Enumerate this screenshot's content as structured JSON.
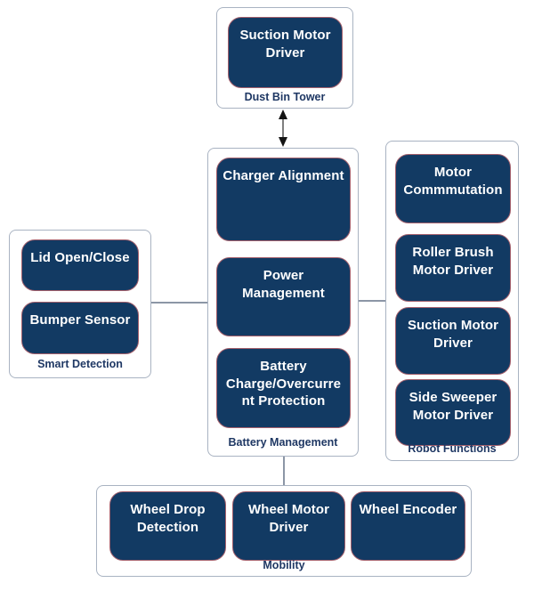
{
  "diagram": {
    "title_hint": "Robot subsystem block diagram",
    "containers": [
      {
        "id": "dust-bin-tower",
        "label": "Dust Bin Tower",
        "blocks": [
          {
            "label": "Suction Motor\nDriver"
          }
        ]
      },
      {
        "id": "battery-management",
        "label": "Battery Management",
        "blocks": [
          {
            "label": "Charger Alignment"
          },
          {
            "label": "Power\nManagement"
          },
          {
            "label": "Battery\nCharge/Overcurre\nnt Protection"
          }
        ]
      },
      {
        "id": "smart-detection",
        "label": "Smart Detection",
        "blocks": [
          {
            "label": "Lid Open/Close"
          },
          {
            "label": "Bumper Sensor"
          }
        ]
      },
      {
        "id": "robot-functions",
        "label": "Robot Functions",
        "blocks": [
          {
            "label": "Motor\nCommmutation"
          },
          {
            "label": "Roller Brush\nMotor Driver"
          },
          {
            "label": "Suction Motor\nDriver"
          },
          {
            "label": "Side Sweeper\nMotor Driver"
          }
        ]
      },
      {
        "id": "mobility",
        "label": "Mobility",
        "blocks": [
          {
            "label": "Wheel Drop\nDetection"
          },
          {
            "label": "Wheel Motor\nDriver"
          },
          {
            "label": "Wheel Encoder"
          }
        ]
      }
    ],
    "connectors": [
      {
        "type": "double-arrow",
        "between": [
          "dust-bin-tower",
          "battery-management"
        ]
      },
      {
        "type": "line",
        "between": [
          "smart-detection",
          "battery-management"
        ]
      },
      {
        "type": "line",
        "between": [
          "battery-management",
          "robot-functions"
        ]
      },
      {
        "type": "line",
        "between": [
          "battery-management",
          "mobility"
        ]
      }
    ],
    "colors": {
      "block_fill": "#123A63",
      "block_border": "#A4606C",
      "container_border": "#A9B3C2",
      "label_text": "#1F3864",
      "connector": "#8C96A6",
      "arrow": "#141414",
      "background": "#FFFFFF"
    }
  }
}
